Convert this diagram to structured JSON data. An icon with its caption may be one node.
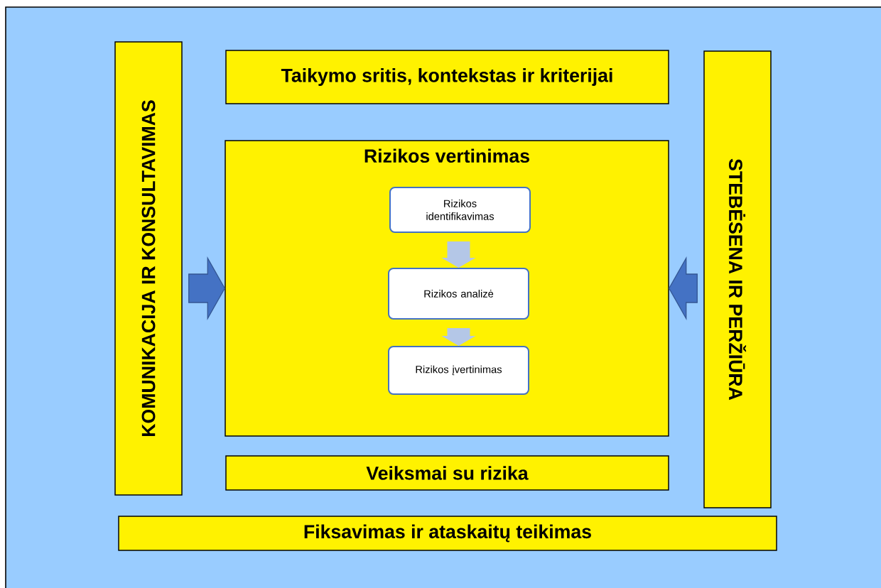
{
  "diagram": {
    "nodes": [
      {
        "text": [
          "KOMUNIKACIJA IR KONSULTAVIMAS"
        ]
      },
      {
        "text": [
          "Taikymo sritis, kontekstas ir kriterijai"
        ]
      },
      {
        "text": [
          "STEBĖSENA IR PERŽIŪRA"
        ]
      },
      {
        "text": [
          "Rizikos vertinimas"
        ]
      },
      {
        "text": [
          "Rizikos identifikavimas"
        ],
        "in": 3
      },
      {
        "text": [
          "Rizikos analizė"
        ],
        "in": 3
      },
      {
        "text": [
          "Rizikos įvertinimas"
        ],
        "in": 3
      },
      {
        "text": [
          "Veiksmai su rizika"
        ]
      },
      {
        "text": [
          "Fiksavimas ir ataskaitų teikimas"
        ]
      }
    ],
    "edges": [
      {
        "from": 0,
        "to": 3,
        "arrow": "to",
        "color": "#4472c4"
      },
      {
        "from": 2,
        "to": 3,
        "arrow": "to",
        "color": "#4472c4"
      },
      {
        "from": 4,
        "to": 5,
        "arrow": "to",
        "color": "#b4c7e7"
      },
      {
        "from": 5,
        "to": 6,
        "arrow": "to",
        "color": "#b4c7e7"
      }
    ]
  }
}
